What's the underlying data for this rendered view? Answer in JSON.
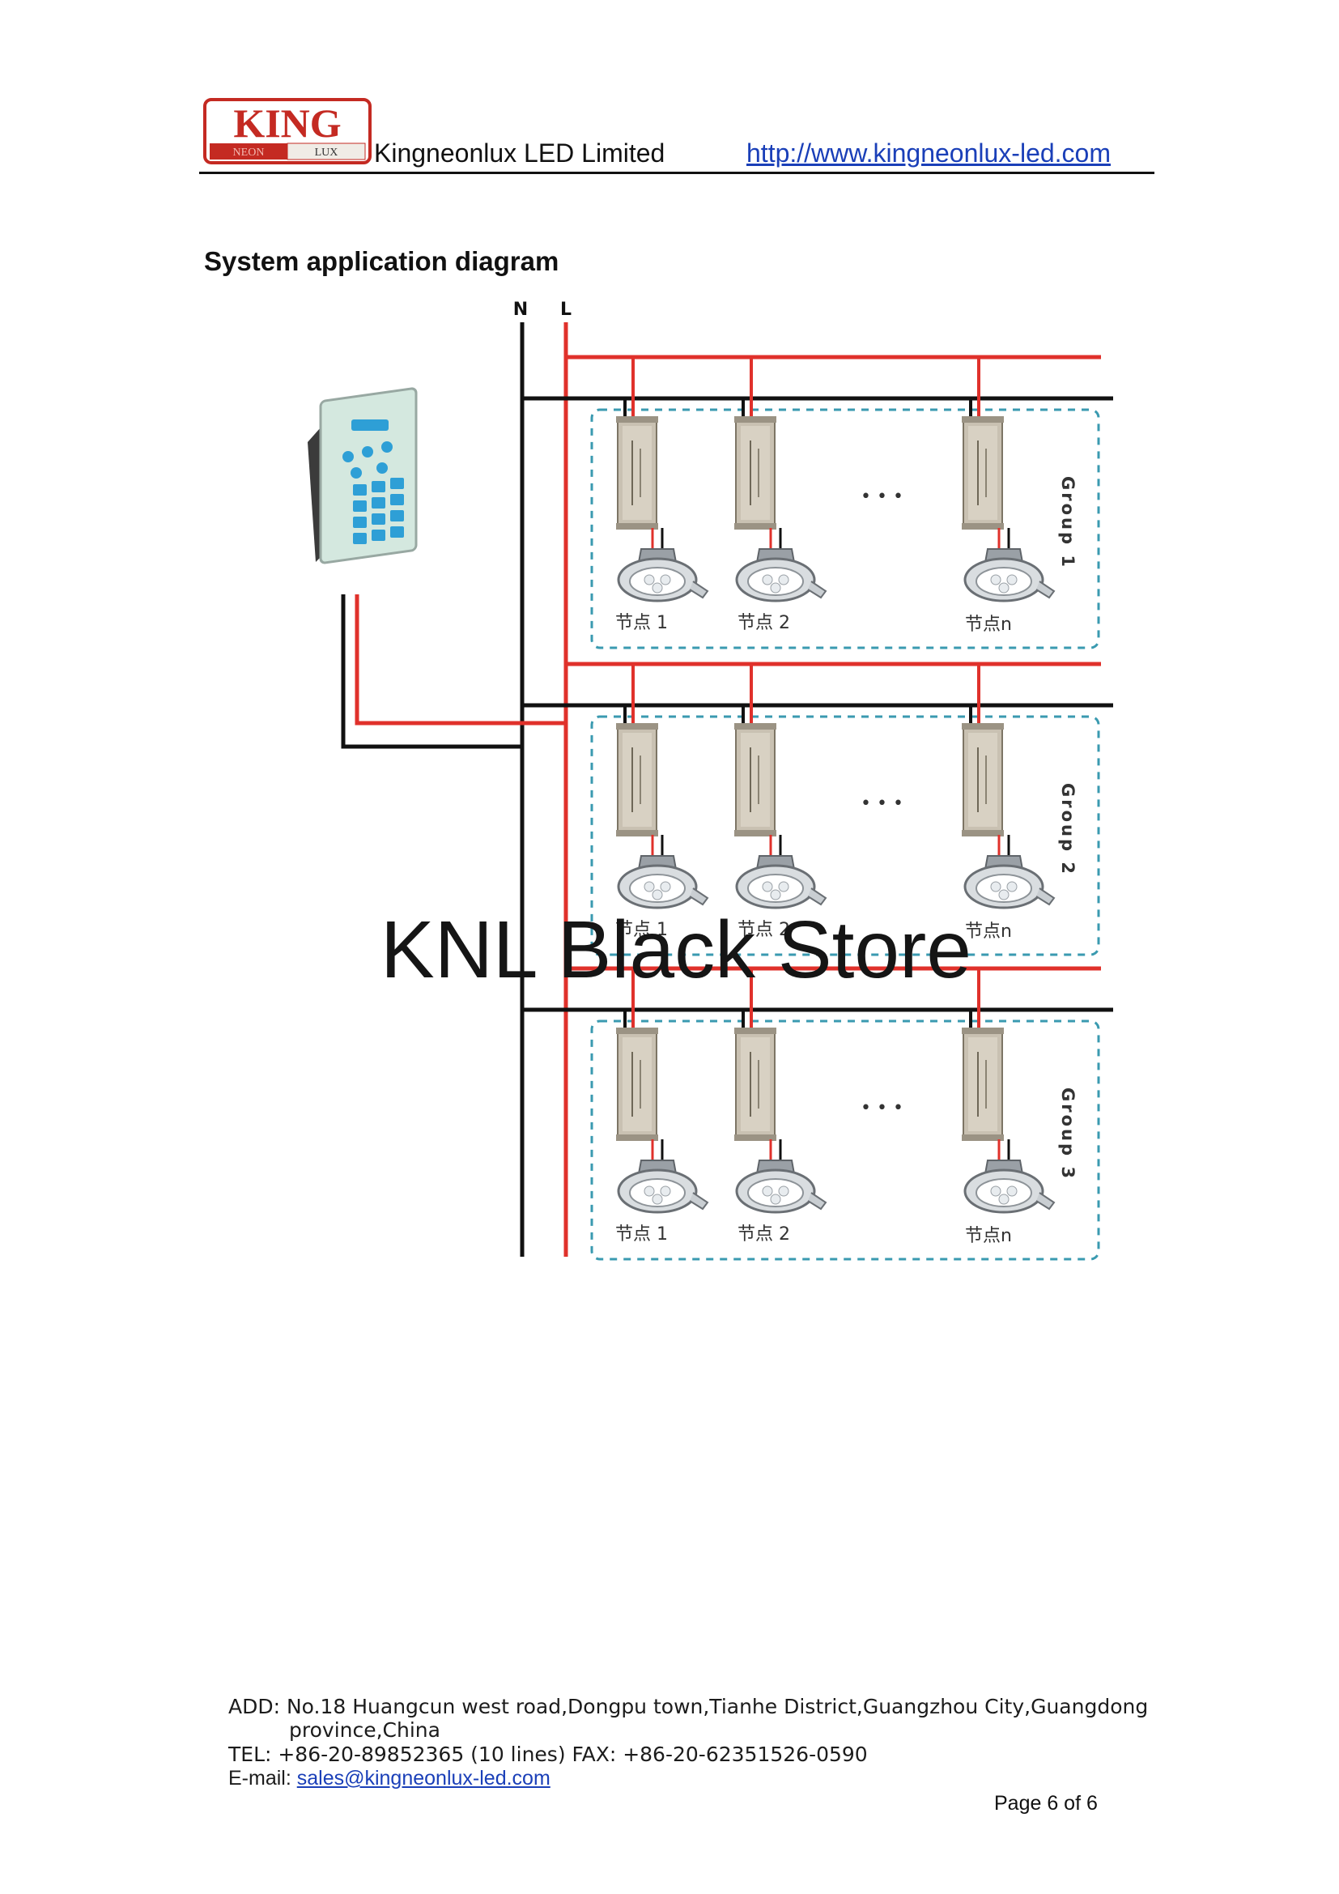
{
  "header": {
    "logo_main": "KING",
    "logo_sub_left": "NEON",
    "logo_sub_right": "LUX",
    "company": "Kingneonlux LED Limited",
    "website": "http://www.kingneonlux-led.com"
  },
  "section_title": "System application diagram",
  "diagram": {
    "neutral_label": "N",
    "live_label": "L",
    "node_labels": [
      "节点 1",
      "节点 2",
      "节点n"
    ],
    "ellipsis": "• • •",
    "groups": [
      "Group 1",
      "Group 2",
      "Group 3"
    ],
    "colors": {
      "live": "#e0312b",
      "neutral": "#111111",
      "group_border": "#3a9ab0",
      "keypad": "#2e9fd6"
    }
  },
  "watermark": "KNL Black Store",
  "footer": {
    "address_line1": "ADD: No.18 Huangcun west road,Dongpu town,Tianhe District,Guangzhou City,Guangdong",
    "address_line2": "province,China",
    "tel": "TEL: +86-20-89852365 (10 lines) FAX: +86-20-62351526-0590",
    "email_label": "E-mail: ",
    "email": "sales@kingneonlux-led.com",
    "page": "Page 6 of 6"
  }
}
